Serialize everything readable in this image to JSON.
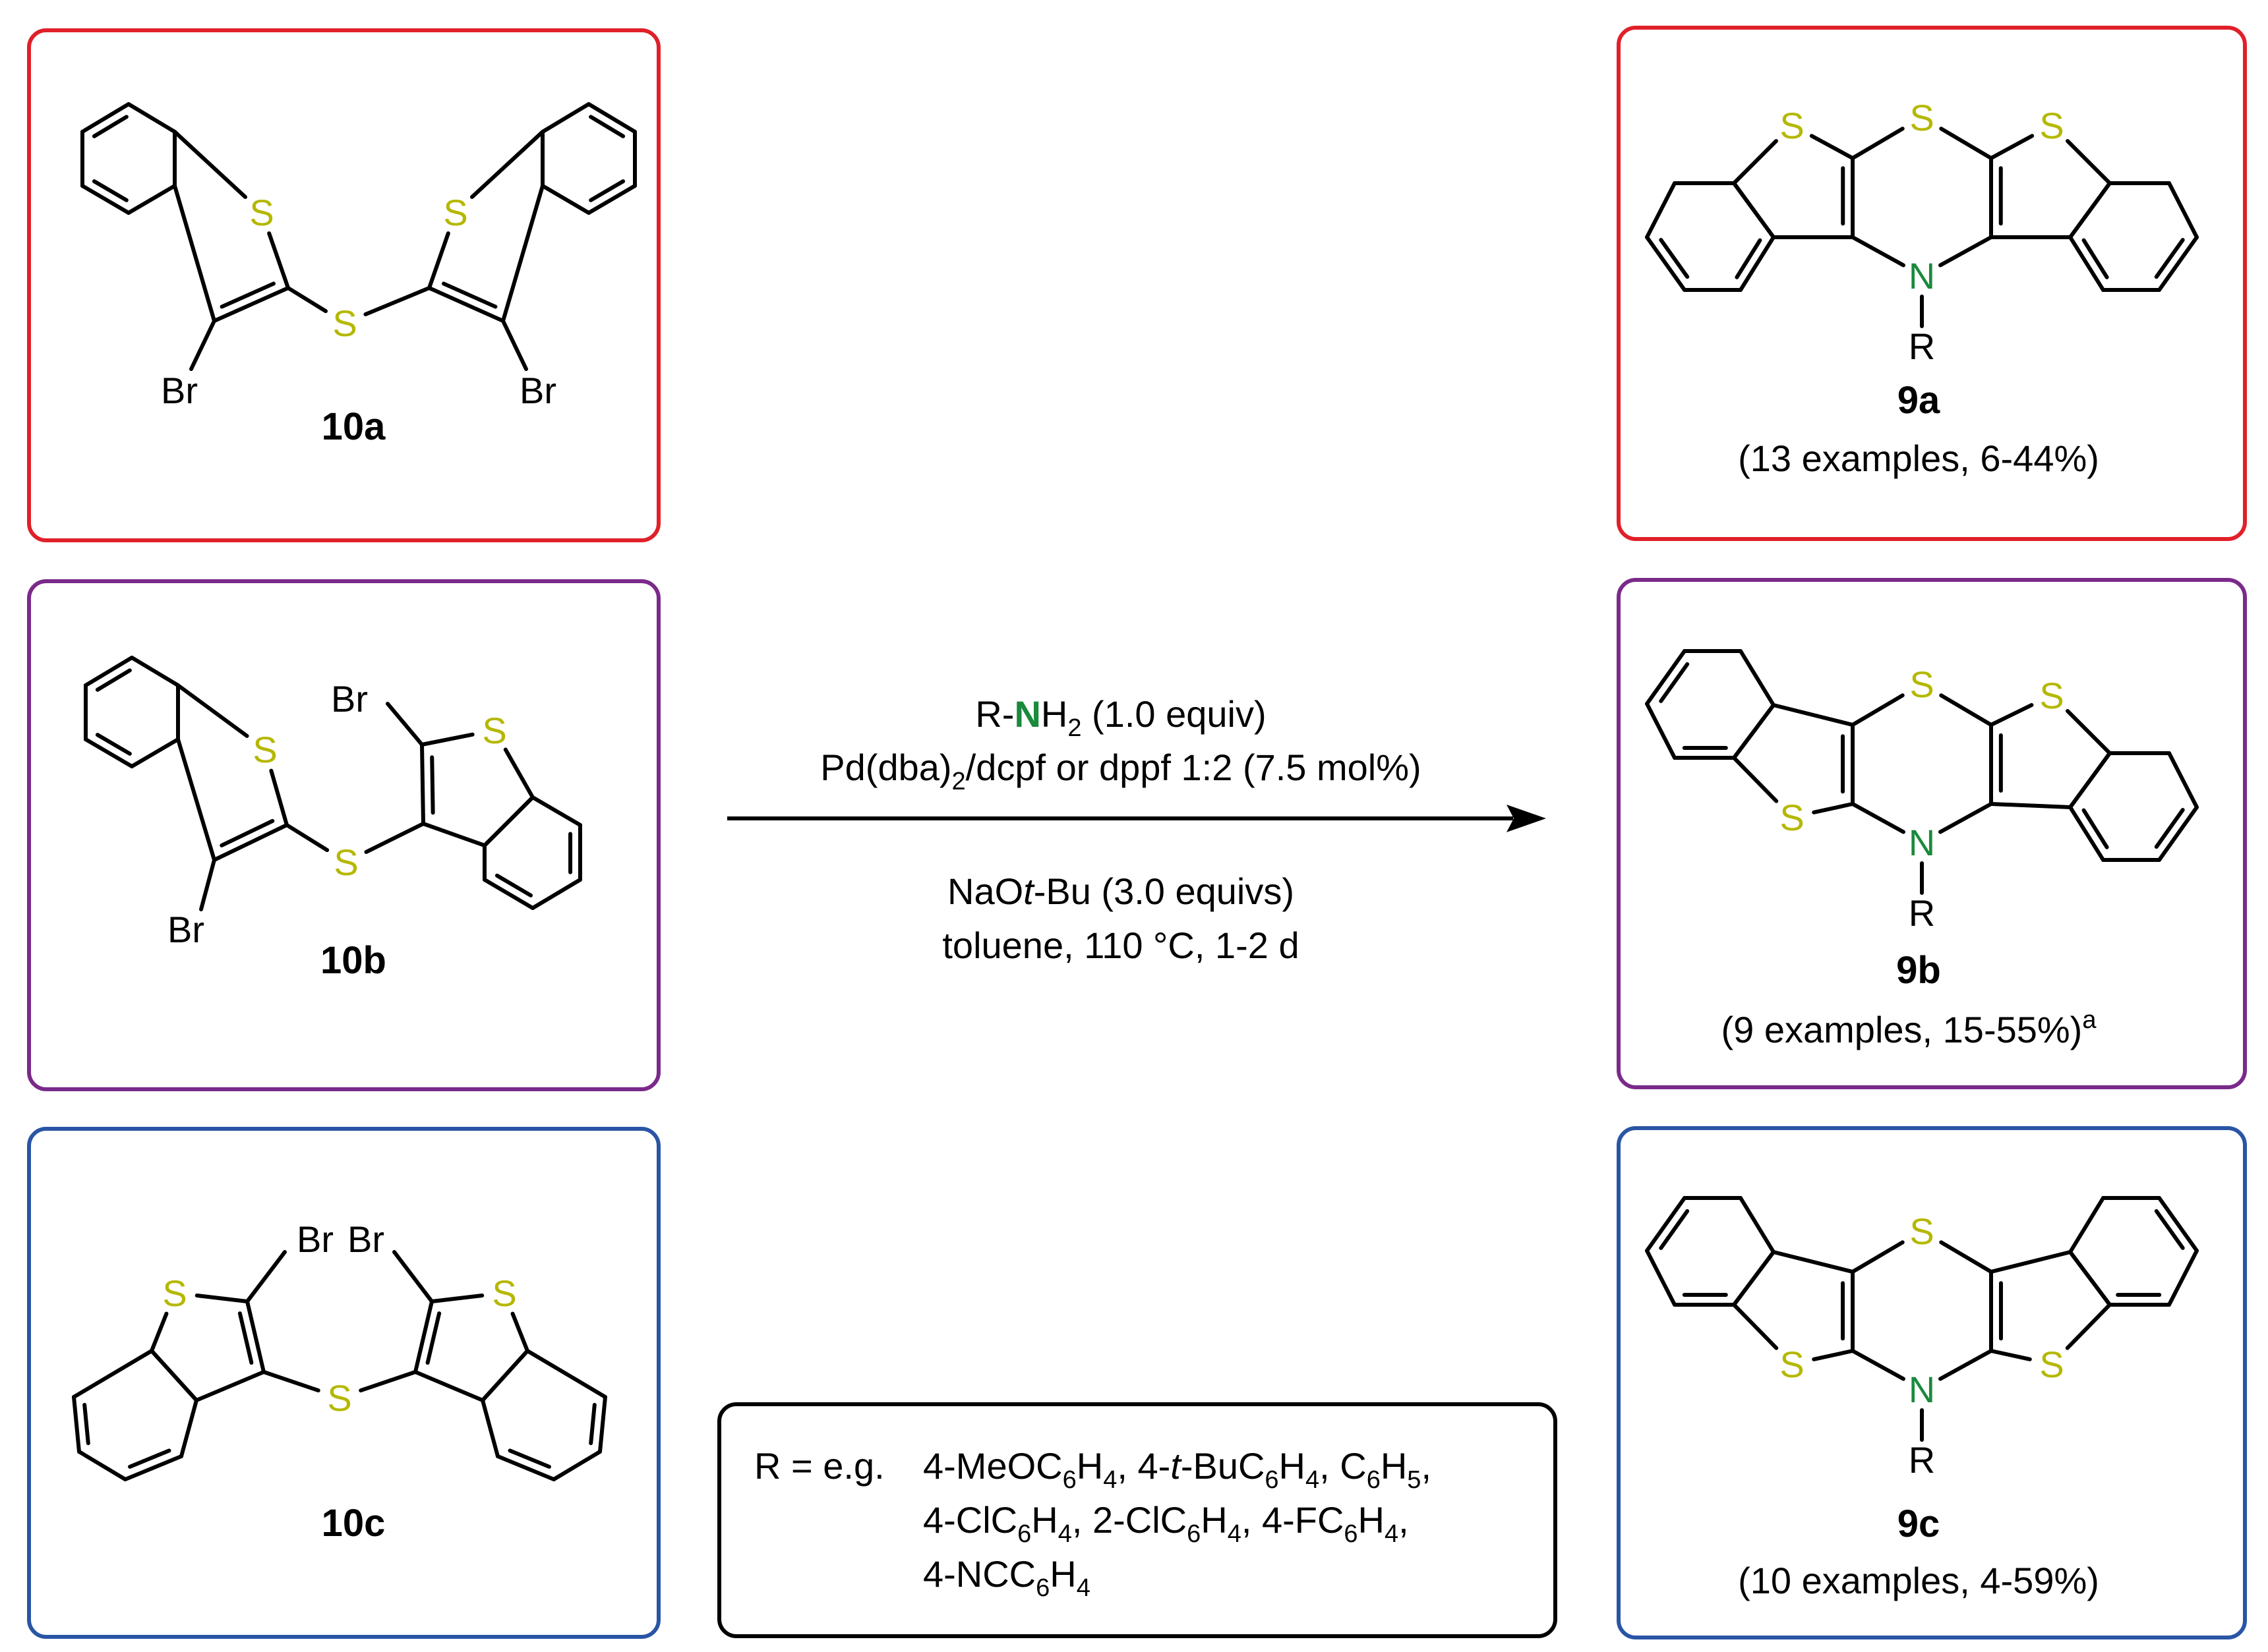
{
  "colors": {
    "sulfur": "#b5b800",
    "nitrogen": "#1a8a3c",
    "box_a": "#e0202a",
    "box_b": "#7a2a8a",
    "box_c": "#2a55a5",
    "box_r": "#000000"
  },
  "starting_materials": [
    {
      "label": "10a"
    },
    {
      "label": "10b"
    },
    {
      "label": "10c"
    }
  ],
  "products": [
    {
      "label": "9a",
      "yield": "(13 examples, 6-44%)"
    },
    {
      "label": "9b",
      "yield": "(9 examples, 15-55%)",
      "yield_sup": "a"
    },
    {
      "label": "9c",
      "yield": "(10 examples, 4-59%)"
    }
  ],
  "atoms": {
    "S": "S",
    "Br": "Br",
    "N": "N",
    "R": "R"
  },
  "conditions": {
    "amine_r": "R-",
    "amine_n": "N",
    "amine_h": "H",
    "amine_sub": "2",
    "amine_tail": " (1.0 equiv)",
    "cat_a": "Pd(dba)",
    "cat_sub": "2",
    "cat_b": "/dcpf or dppf 1:2 (7.5 mol%)",
    "base_a": "NaO",
    "base_it": "t",
    "base_b": "-Bu (3.0 equivs)",
    "solvent": "toluene, 110 °C, 1-2 d"
  },
  "r_groups": {
    "prefix": "R = e.g. ",
    "line1": [
      {
        "t": "4-MeOC"
      },
      {
        "s": "6"
      },
      {
        "t": "H"
      },
      {
        "s": "4"
      },
      {
        "t": ", 4-"
      },
      {
        "i": "t"
      },
      {
        "t": "-BuC"
      },
      {
        "s": "6"
      },
      {
        "t": "H"
      },
      {
        "s": "4"
      },
      {
        "t": ", C"
      },
      {
        "s": "6"
      },
      {
        "t": "H"
      },
      {
        "s": "5"
      },
      {
        "t": ","
      }
    ],
    "line2": [
      {
        "t": "4-ClC"
      },
      {
        "s": "6"
      },
      {
        "t": "H"
      },
      {
        "s": "4"
      },
      {
        "t": ", 2-ClC"
      },
      {
        "s": "6"
      },
      {
        "t": "H"
      },
      {
        "s": "4"
      },
      {
        "t": ", 4-FC"
      },
      {
        "s": "6"
      },
      {
        "t": "H"
      },
      {
        "s": "4"
      },
      {
        "t": ","
      }
    ],
    "line3": [
      {
        "t": "4-NCC"
      },
      {
        "s": "6"
      },
      {
        "t": "H"
      },
      {
        "s": "4"
      }
    ]
  }
}
